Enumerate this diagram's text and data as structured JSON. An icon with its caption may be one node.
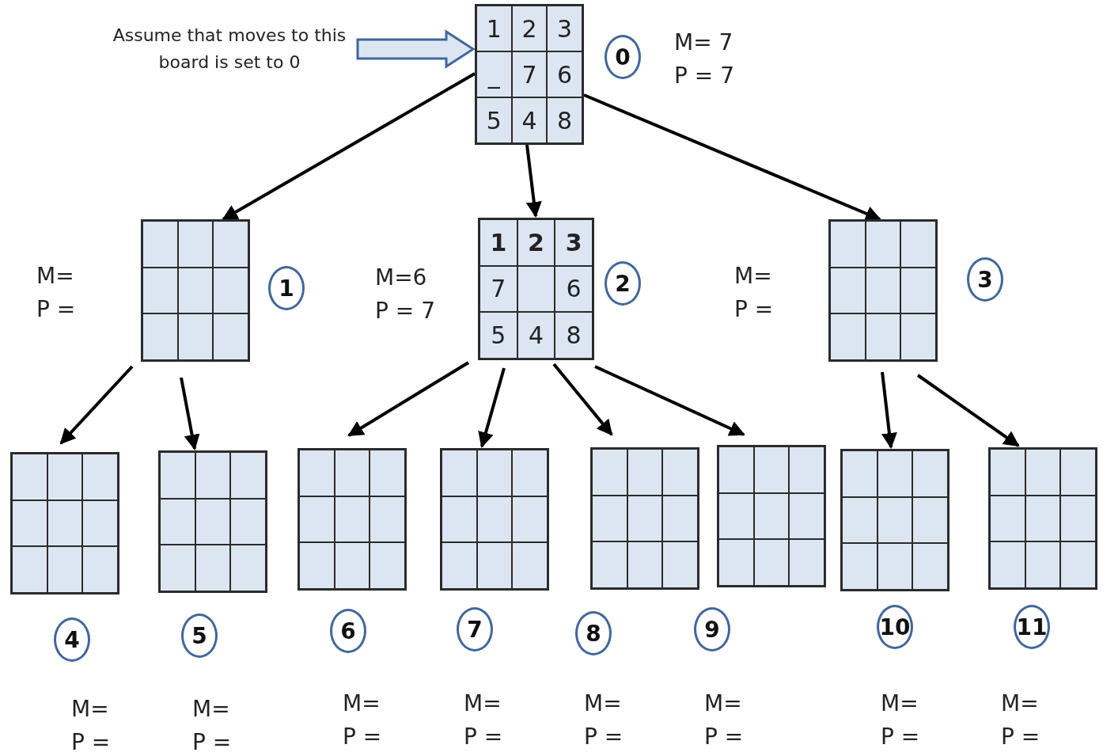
{
  "diagram": {
    "nodes": [
      {
        "text": [
          "Assume that moves to this board is set to 0"
        ]
      },
      {
        "text": [
          "1",
          "2",
          "3",
          "_",
          "7",
          "6",
          "5",
          "4",
          "8"
        ],
        "beside": [
          "0",
          "M= 7",
          "P = 7"
        ]
      },
      {
        "text": [],
        "shape": "box",
        "beside": [
          "1",
          "M=",
          "P ="
        ]
      },
      {
        "text": [
          "1",
          "2",
          "3",
          "7",
          "6",
          "5",
          "4",
          "8"
        ],
        "beside": [
          "2",
          "M=6",
          "P = 7"
        ]
      },
      {
        "text": [],
        "shape": "box",
        "beside": [
          "3",
          "M=",
          "P ="
        ]
      },
      {
        "text": [],
        "shape": "box",
        "beside": [
          "4",
          "M=",
          "P ="
        ]
      },
      {
        "text": [],
        "shape": "box",
        "beside": [
          "5",
          "M=",
          "P ="
        ]
      },
      {
        "text": [],
        "shape": "box",
        "beside": [
          "6",
          "M=",
          "P ="
        ]
      },
      {
        "text": [],
        "shape": "box",
        "beside": [
          "7",
          "M=",
          "P ="
        ]
      },
      {
        "text": [],
        "shape": "box",
        "beside": [
          "8",
          "M=",
          "P ="
        ]
      },
      {
        "text": [],
        "shape": "box",
        "beside": [
          "9",
          "M=",
          "P ="
        ]
      },
      {
        "text": [],
        "shape": "box",
        "beside": [
          "10",
          "M=",
          "P ="
        ]
      },
      {
        "text": [],
        "shape": "box",
        "beside": [
          "11",
          "M=",
          "P ="
        ]
      }
    ],
    "edges": [
      {
        "from": 0,
        "to": 1,
        "arrow": "to",
        "style": "thick",
        "color": "#41679a"
      },
      {
        "from": 1,
        "to": 2,
        "arrow": "to"
      },
      {
        "from": 1,
        "to": 3,
        "arrow": "to"
      },
      {
        "from": 1,
        "to": 4,
        "arrow": "to"
      },
      {
        "from": 2,
        "to": 5,
        "arrow": "to"
      },
      {
        "from": 2,
        "to": 6,
        "arrow": "to"
      },
      {
        "from": 3,
        "to": 7,
        "arrow": "to"
      },
      {
        "from": 3,
        "to": 8,
        "arrow": "to"
      },
      {
        "from": 3,
        "to": 9,
        "arrow": "to"
      },
      {
        "from": 3,
        "to": 10,
        "arrow": "to"
      },
      {
        "from": 4,
        "to": 11,
        "arrow": "to"
      },
      {
        "from": 4,
        "to": 12,
        "arrow": "to"
      }
    ]
  }
}
